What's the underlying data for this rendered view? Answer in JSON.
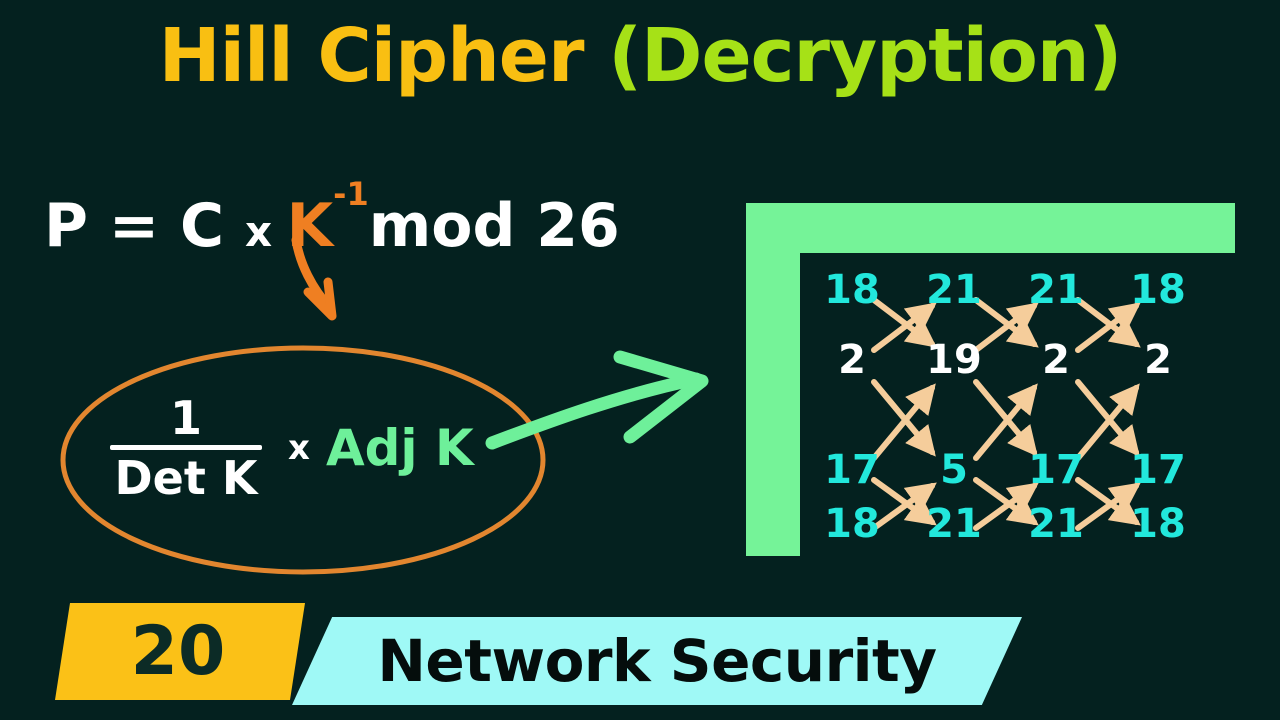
{
  "colors": {
    "background": "#04211f",
    "title_part1": "#f9bf12",
    "title_part2": "#a6e117",
    "orange": "#ef7f22",
    "green_accent": "#6ef09a",
    "bracket_green": "#75f398",
    "matrix_cyan": "#22e8dc",
    "matrix_white": "#ffffff",
    "arrow_tan": "#f5cd9b",
    "banner_yellow": "#fbc117",
    "banner_cyan": "#9ff9f6",
    "banner_text_dark": "#0c2b26"
  },
  "title": {
    "part1": "Hill Cipher ",
    "part2": "(Decryption)"
  },
  "formula": {
    "lhs": "P = C ",
    "times": "x ",
    "key": "K",
    "key_exponent": "-1",
    "rhs": "mod 26"
  },
  "ellipse": {
    "numerator": "1",
    "denominator": "Det K",
    "times": "x",
    "adj": "Adj K"
  },
  "arrows": {
    "orange_arrow_name": "curved-down-arrow",
    "green_arrow_name": "right-pointing-arrow"
  },
  "matrix": {
    "bracket": "left-square-bracket",
    "rows": [
      {
        "cells": [
          {
            "value": "18",
            "color": "cyan"
          },
          {
            "value": "21",
            "color": "cyan"
          },
          {
            "value": "21",
            "color": "cyan"
          },
          {
            "value": "18",
            "color": "cyan"
          }
        ]
      },
      {
        "cells": [
          {
            "value": "2",
            "color": "white"
          },
          {
            "value": "19",
            "color": "white"
          },
          {
            "value": "2",
            "color": "white"
          },
          {
            "value": "2",
            "color": "white"
          }
        ]
      },
      {
        "cells": [
          {
            "value": "17",
            "color": "cyan"
          },
          {
            "value": "5",
            "color": "cyan"
          },
          {
            "value": "17",
            "color": "cyan"
          },
          {
            "value": "17",
            "color": "cyan"
          }
        ]
      },
      {
        "cells": [
          {
            "value": "18",
            "color": "cyan"
          },
          {
            "value": "21",
            "color": "cyan"
          },
          {
            "value": "21",
            "color": "cyan"
          },
          {
            "value": "18",
            "color": "cyan"
          }
        ]
      }
    ]
  },
  "banner": {
    "number": "20",
    "label": "Network Security"
  }
}
